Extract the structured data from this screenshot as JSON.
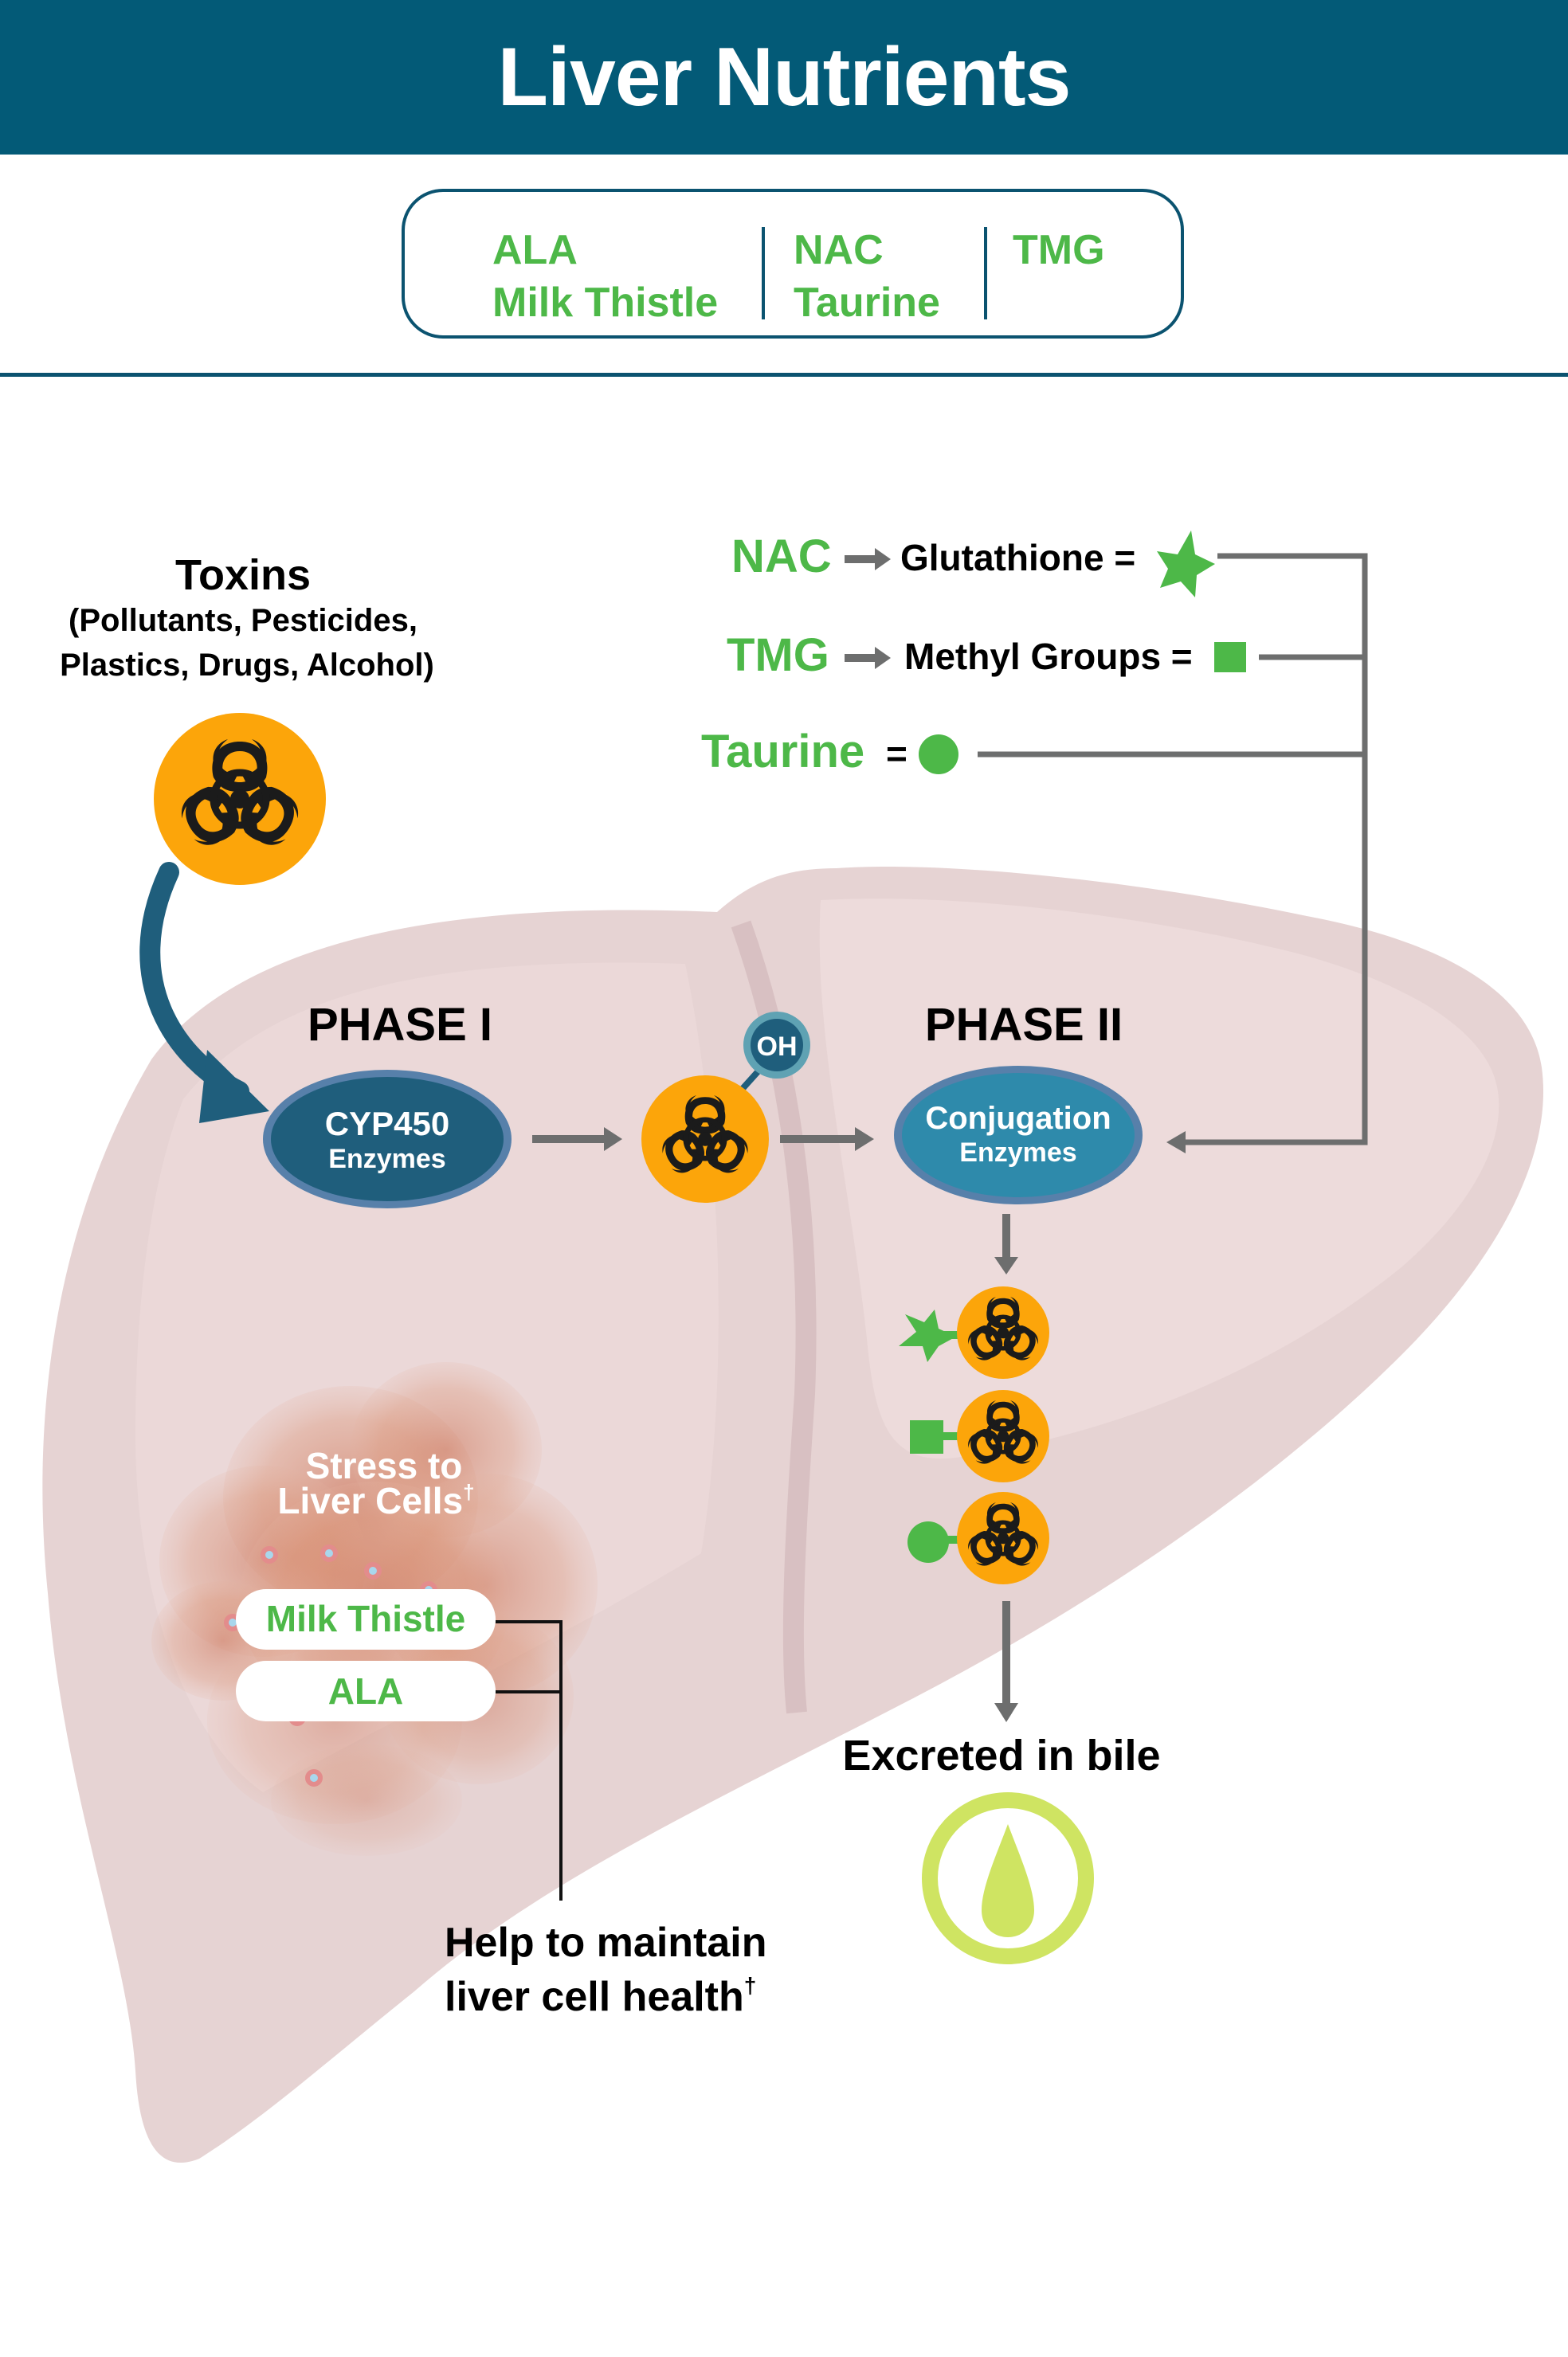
{
  "header": {
    "title": "Liver Nutrients"
  },
  "nutrient_box": {
    "columns": [
      {
        "items": [
          "ALA",
          "Milk Thistle"
        ]
      },
      {
        "items": [
          "NAC",
          "Taurine"
        ]
      },
      {
        "items": [
          "TMG"
        ]
      }
    ]
  },
  "toxins": {
    "title": "Toxins",
    "subtitle_line1": "(Pollutants, Pesticides,",
    "subtitle_line2": "Plastics, Drugs, Alcohol)",
    "icon": "biohazard-icon"
  },
  "legend": {
    "rows": [
      {
        "nutrient": "NAC",
        "product": "Glutathione =",
        "symbol": "star"
      },
      {
        "nutrient": "TMG",
        "product": "Methyl Groups =",
        "symbol": "square"
      },
      {
        "nutrient": "Taurine",
        "product": "=",
        "symbol": "circle"
      }
    ]
  },
  "phase1": {
    "label": "PHASE I",
    "enzyme_line1": "CYP450",
    "enzyme_line2": "Enzymes"
  },
  "intermediate": {
    "badge": "OH"
  },
  "phase2": {
    "label": "PHASE II",
    "enzyme_line1": "Conjugation",
    "enzyme_line2": "Enzymes"
  },
  "conjugates": [
    {
      "symbol": "star"
    },
    {
      "symbol": "square"
    },
    {
      "symbol": "circle"
    }
  ],
  "excretion": {
    "label": "Excreted in bile",
    "icon": "bile-drop-icon"
  },
  "stress": {
    "line1": "Stress to",
    "line2": "Liver Cells",
    "dagger": "†",
    "pills": [
      "Milk Thistle",
      "ALA"
    ]
  },
  "maintain": {
    "line1": "Help to maintain",
    "line2": "liver cell health",
    "dagger": "†"
  },
  "colors": {
    "header_bg": "#035a77",
    "accent_green": "#4db848",
    "toxin_orange": "#fca50a",
    "phase1_enzyme": "#1f5e7c",
    "phase2_enzyme": "#2e8aab",
    "liver": "#e8d3d3",
    "bile_green": "#cfe462",
    "arrow_gray": "#6d6e6e"
  }
}
